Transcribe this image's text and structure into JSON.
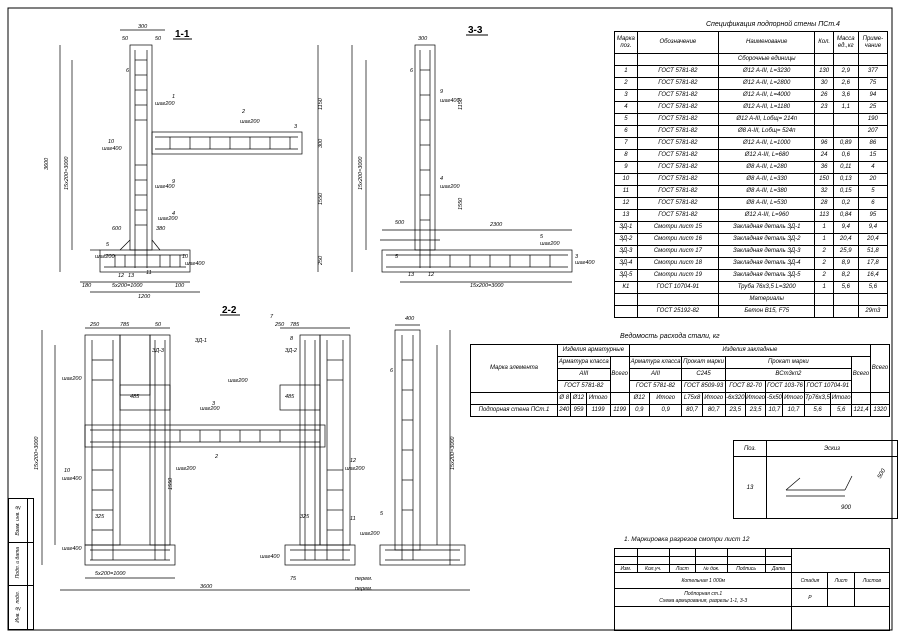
{
  "frame_color": "#000000",
  "sections": {
    "s11": "1-1",
    "s33": "3-3",
    "s22": "2-2"
  },
  "spec": {
    "title": "Спецификация подпорной стены ПСт.4",
    "headers": [
      "Марка поз.",
      "Обозначение",
      "Наименование",
      "Кол.",
      "Масса ед.,кг",
      "Приме- чание"
    ],
    "group1": "Сборочные единицы",
    "rows": [
      [
        "1",
        "ГОСТ 5781-82",
        "Ø12 A-III, L=3230",
        "130",
        "2,9",
        "377"
      ],
      [
        "2",
        "ГОСТ 5781-82",
        "Ø12 A-III, L=2800",
        "30",
        "2,6",
        "75"
      ],
      [
        "3",
        "ГОСТ 5781-82",
        "Ø12 A-III, L=4000",
        "26",
        "3,6",
        "94"
      ],
      [
        "4",
        "ГОСТ 5781-82",
        "Ø12 A-III, L=1180",
        "23",
        "1,1",
        "25"
      ],
      [
        "5",
        "ГОСТ 5781-82",
        "Ø12 A-III, Lобщ= 214п",
        "",
        "",
        "190"
      ],
      [
        "6",
        "ГОСТ 5781-82",
        "Ø8 A-III, Lобщ= 524п",
        "",
        "",
        "207"
      ],
      [
        "7",
        "ГОСТ 5781-82",
        "Ø12 A-III, L=1000",
        "96",
        "0,89",
        "86"
      ],
      [
        "8",
        "ГОСТ 5781-82",
        "Ø12 A-III, L=680",
        "24",
        "0,6",
        "15"
      ],
      [
        "9",
        "ГОСТ 5781-82",
        "Ø8 A-III, L=280",
        "36",
        "0,11",
        "4"
      ],
      [
        "10",
        "ГОСТ 5781-82",
        "Ø8 A-III, L=330",
        "150",
        "0,13",
        "20"
      ],
      [
        "11",
        "ГОСТ 5781-82",
        "Ø8 A-III, L=380",
        "32",
        "0,15",
        "5"
      ],
      [
        "12",
        "ГОСТ 5781-82",
        "Ø8 A-III, L=530",
        "28",
        "0,2",
        "6"
      ],
      [
        "13",
        "ГОСТ 5781-82",
        "Ø12 A-III, L=960",
        "113",
        "0,84",
        "95"
      ],
      [
        "ЗД-1",
        "Смотри лист 15",
        "Закладная деталь ЗД-1",
        "1",
        "9,4",
        "9,4"
      ],
      [
        "ЗД-2",
        "Смотри лист 16",
        "Закладная деталь ЗД-2",
        "1",
        "20,4",
        "20,4"
      ],
      [
        "ЗД-3",
        "Смотри лист 17",
        "Закладная деталь ЗД-3",
        "2",
        "25,9",
        "51,8"
      ],
      [
        "ЗД-4",
        "Смотри лист 18",
        "Закладная деталь ЗД-4",
        "2",
        "8,9",
        "17,8"
      ],
      [
        "ЗД-5",
        "Смотри лист 19",
        "Закладная деталь ЗД-5",
        "2",
        "8,2",
        "16,4"
      ],
      [
        "К1",
        "ГОСТ 10704-91",
        "Труба 76х3,5 L=3200",
        "1",
        "5,6",
        "5,6"
      ]
    ],
    "group2": "Материалы",
    "material": [
      "",
      "ГОСТ 25192-82",
      "Бетон В15, F75",
      "",
      "",
      "29т3"
    ]
  },
  "vd": {
    "title": "Ведомость расхода стали, кг",
    "mark_label": "Марка элемента",
    "arm_label": "Изделия арматурные",
    "zakl_label": "Изделия закладные",
    "arm_class": "Арматура класса",
    "a3": "AIII",
    "gost_a": "ГОСТ 5781-82",
    "vsego": "Всего",
    "d8": "Ø 8",
    "d12": "Ø12",
    "itogo": "Итого",
    "arm_class2": "Арматура класса",
    "a3b": "AIII",
    "gost_b": "ГОСТ 5781-82",
    "d12b": "Ø12",
    "itogo2": "Итого",
    "prokat": "Прокат марки",
    "c245": "С245",
    "gost_c": "ГОСТ 8509-93",
    "l75": "L75х8",
    "prokat2": "Прокат марки",
    "vst": "ВСт3кп2",
    "g1": "ГОСТ 82-70",
    "g2": "ГОСТ 103-76",
    "g3": "ГОСТ 10704-91",
    "s1": "-6х320",
    "s2": "-5х50",
    "s3": "Тр76х3,5",
    "row": [
      "Подпорная стена ПСт.1",
      "240",
      "959",
      "1199",
      "1199",
      "0,9",
      "0,9",
      "80,7",
      "80,7",
      "23,5",
      "23,5",
      "10,7",
      "10,7",
      "5,6",
      "5,6",
      "121,4",
      "1320"
    ]
  },
  "zona": {
    "pos_h": "Поз.",
    "eskiz_h": "Эскиз",
    "pos": "13",
    "d1": "900",
    "d2": "500"
  },
  "note": "1. Маркировка разрезов смотри лист 12",
  "stamp": {
    "cols": [
      "Изм.",
      "Кол.уч.",
      "Лист",
      "№ док.",
      "Подпись",
      "Дата"
    ],
    "org": "Котельная 1 000м",
    "name1": "Подпорная ст.1",
    "name2": "Схема армирования, разрезы 1-1, 3-3",
    "stadia_h": "Стадия",
    "list_h": "Лист",
    "listov_h": "Листов",
    "stadia": "Р"
  },
  "side": [
    "Инв. № подл.",
    "Подп. и дата",
    "Взам. инв. №"
  ],
  "dims": {
    "d300": "300",
    "d50": "50",
    "d3600": "3600",
    "d1150": "1150",
    "d300b": "300",
    "d1550": "1550",
    "d250": "250",
    "d600": "600",
    "d380": "380",
    "d180": "180",
    "d1200": "1200",
    "d100": "100",
    "d5x200": "5х200=1000",
    "d15x200": "15х200=3000",
    "d2300": "2300",
    "d500": "500",
    "d785": "785",
    "d485": "485",
    "d400": "400",
    "d325": "325",
    "d75": "75",
    "perem": "перем.",
    "d3600b": "3600"
  },
  "labels": {
    "shag200": "шаг200",
    "shag400": "шаг400",
    "zd1": "ЗД-1",
    "zd2": "ЗД-2",
    "zd3": "ЗД-3",
    "k1": "К1"
  }
}
